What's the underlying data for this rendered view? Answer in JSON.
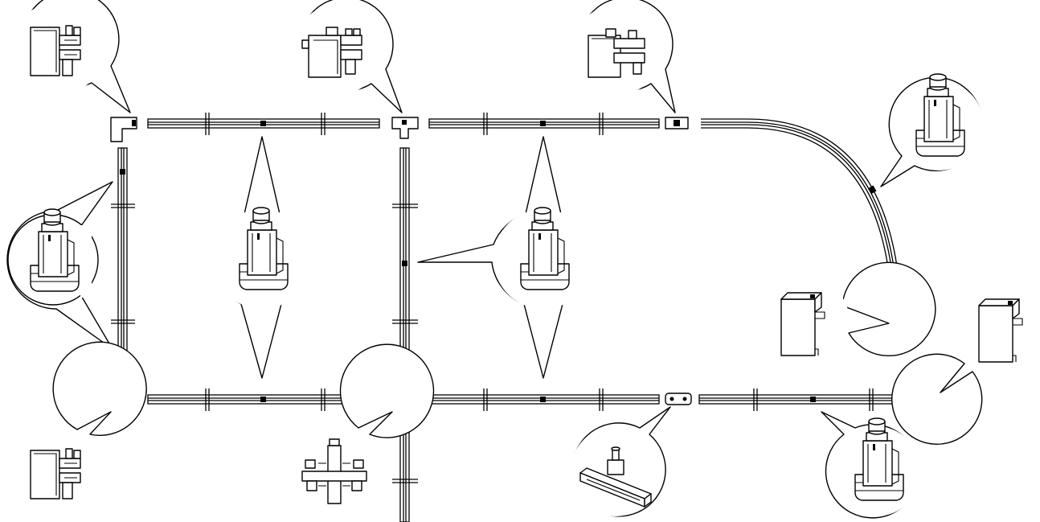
{
  "diagram": {
    "background": "#ffffff",
    "line_color": "#000000",
    "components": [
      {
        "id": "corner-connector-top-left",
        "icon": "l-corner-connector-icon"
      },
      {
        "id": "t-connector-top-middle",
        "icon": "t-connector-icon"
      },
      {
        "id": "straight-connector-top-right",
        "icon": "straight-connector-icon"
      },
      {
        "id": "ceiling-glider-curve",
        "icon": "ceiling-glider-icon"
      },
      {
        "id": "ceiling-glider-left-vertical",
        "icon": "ceiling-glider-icon"
      },
      {
        "id": "ceiling-glider-left-bay",
        "icon": "ceiling-glider-icon"
      },
      {
        "id": "ceiling-glider-center-vertical",
        "icon": "ceiling-glider-icon"
      },
      {
        "id": "end-cap-curve-end",
        "icon": "end-cap-icon"
      },
      {
        "id": "end-cap-bottom-right",
        "icon": "end-cap-icon"
      },
      {
        "id": "corner-connector-bottom-left",
        "icon": "l-corner-connector-icon"
      },
      {
        "id": "cross-connector-bottom-middle",
        "icon": "cross-connector-icon"
      },
      {
        "id": "ceiling-mount-bracket",
        "icon": "mounting-bracket-icon"
      },
      {
        "id": "ceiling-glider-bottom-right",
        "icon": "ceiling-glider-icon"
      }
    ]
  }
}
